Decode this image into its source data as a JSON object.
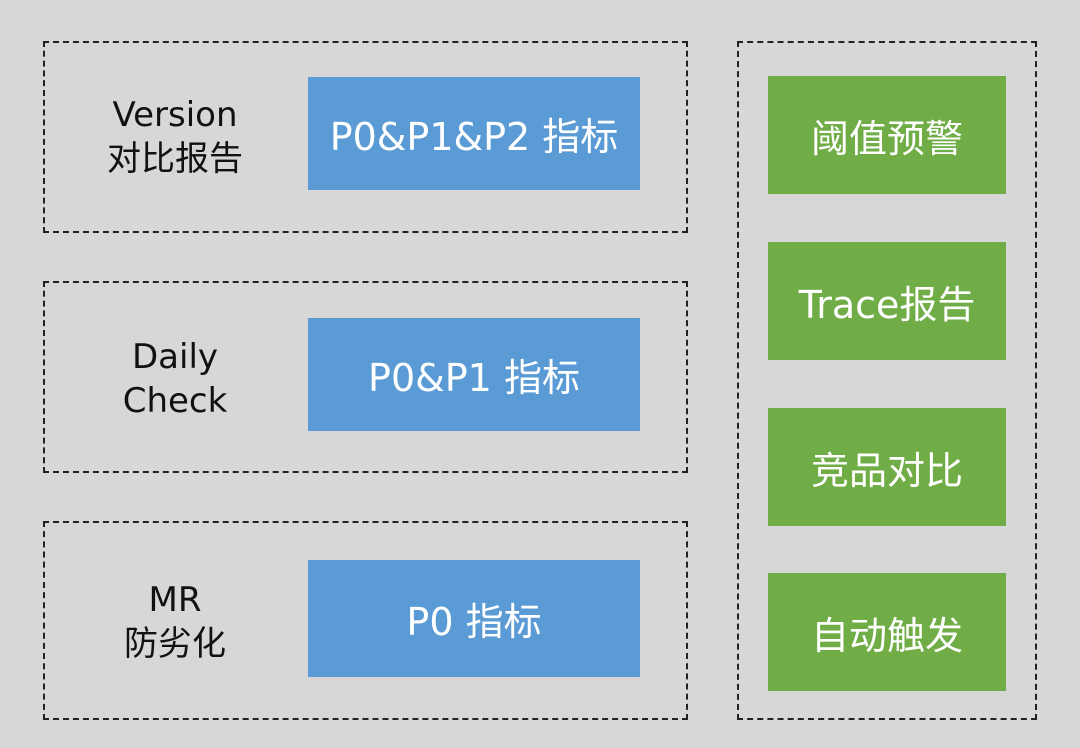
{
  "colors": {
    "background": "#d7d7d7",
    "blue_box": "#5b9bd5",
    "green_box": "#70ad47",
    "dashed_border": "#222222"
  },
  "groups": [
    {
      "label_lines": [
        "Version",
        "对比报告"
      ],
      "metric": "P0&P1&P2 指标"
    },
    {
      "label_lines": [
        "Daily",
        "Check"
      ],
      "metric": "P0&P1 指标"
    },
    {
      "label_lines": [
        "MR",
        "防劣化"
      ],
      "metric": "P0 指标"
    }
  ],
  "capabilities": [
    "阈值预警",
    "Trace报告",
    "竞品对比",
    "自动触发"
  ]
}
